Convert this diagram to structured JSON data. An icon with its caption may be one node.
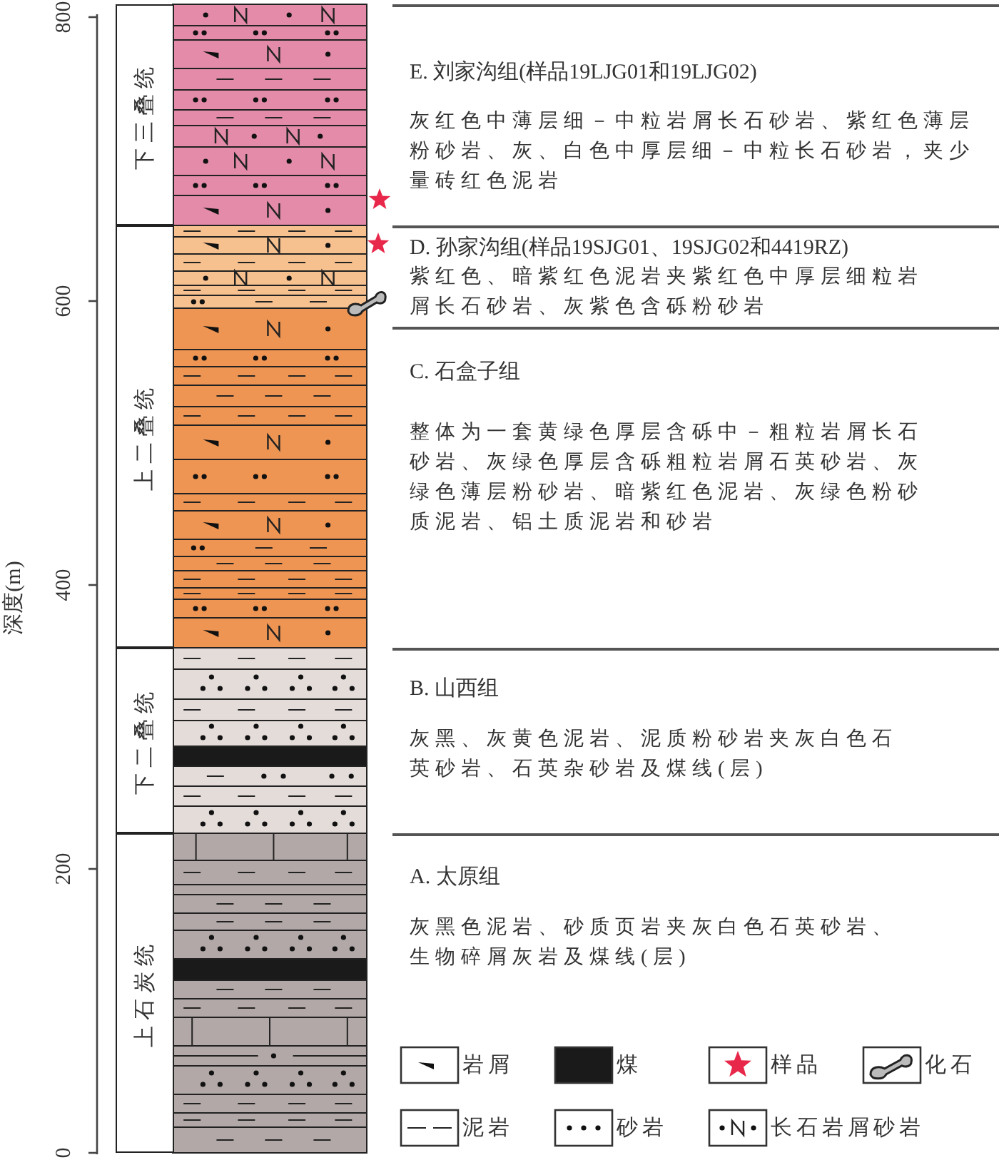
{
  "diagram": {
    "nodes": [
      {
        "text": [
          "下三叠统"
        ]
      },
      {
        "text": [
          "上二叠统"
        ]
      },
      {
        "text": [
          "下二叠统"
        ]
      },
      {
        "text": [
          "上石炭统"
        ]
      },
      {
        "text": [
          "E. 刘家沟组(样品19LJG01和19LJG02)",
          "灰红色中薄层细－中粒岩屑长石砂岩、紫红色薄层粉砂岩、灰、白色中厚层细－中粒长石砂岩，夹少量砖红色泥岩"
        ]
      },
      {
        "text": [
          "D. 孙家沟组(样品19SJG01、19SJG02和4419RZ)",
          "紫红色、暗紫红色泥岩夹紫红色中厚层细粒岩屑长石砂岩、灰紫色含砾粉砂岩"
        ]
      },
      {
        "text": [
          "C. 石盒子组",
          "整体为一套黄绿色厚层含砾中－粗粒岩屑长石砂岩、灰绿色厚层含砾粗粒岩屑石英砂岩、灰绿色薄层粉砂岩、暗紫红色泥岩、灰绿色粉砂质泥岩、铝土质泥岩和砂岩"
        ]
      },
      {
        "text": [
          "B. 山西组",
          "灰黑、灰黄色泥岩、泥质粉砂岩夹灰白色石英砂岩、石英杂砂岩及煤线(层)"
        ]
      },
      {
        "text": [
          "A. 太原组",
          "灰黑色泥岩、砂质页岩夹灰白色石英砂岩、生物碎屑灰岩及煤线(层)"
        ]
      }
    ],
    "labels": [
      "800",
      "600",
      "400",
      "200",
      "0",
      "深度(m)"
    ],
    "legend": [
      {
        "text": "岩屑"
      },
      {
        "text": "煤"
      },
      {
        "text": "样品"
      },
      {
        "text": "化石"
      },
      {
        "text": "泥岩"
      },
      {
        "text": "砂岩"
      },
      {
        "text": "长石岩屑砂岩"
      }
    ]
  }
}
